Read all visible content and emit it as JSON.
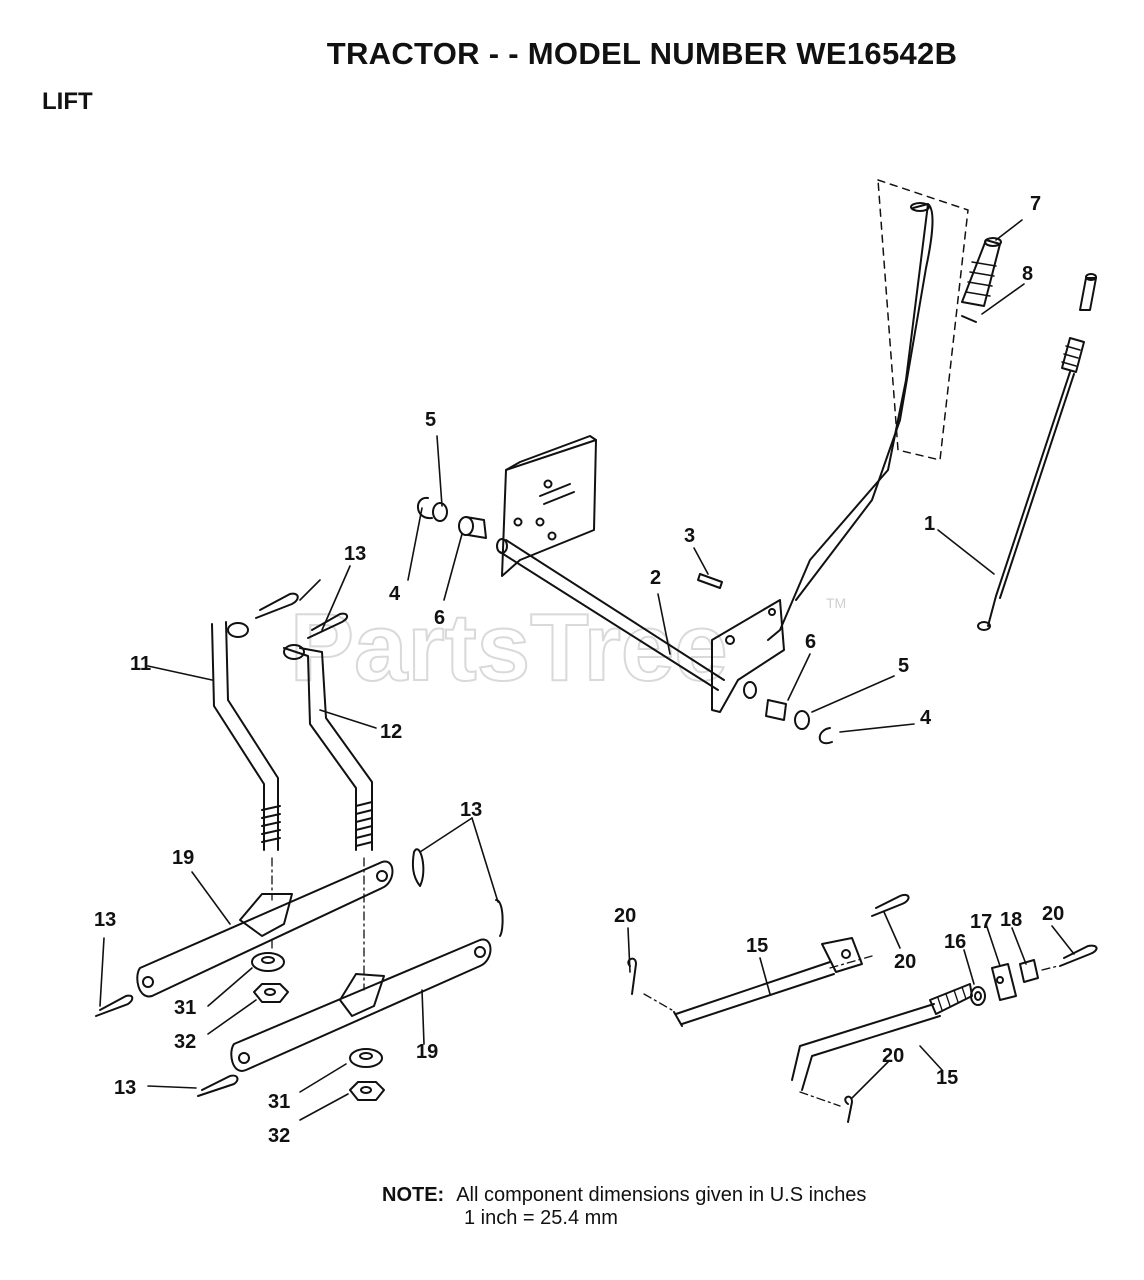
{
  "header": {
    "title": "TRACTOR - - MODEL NUMBER WE16542B",
    "section": "LIFT"
  },
  "watermark": {
    "text": "PartsTree",
    "tm": "TM"
  },
  "callouts": {
    "c1": "1",
    "c2": "2",
    "c3": "3",
    "c4a": "4",
    "c4b": "4",
    "c5a": "5",
    "c5b": "5",
    "c6a": "6",
    "c6b": "6",
    "c7": "7",
    "c8": "8",
    "c11": "11",
    "c12": "12",
    "c13a": "13",
    "c13b": "13",
    "c13c": "13",
    "c13d": "13",
    "c15a": "15",
    "c15b": "15",
    "c16": "16",
    "c17": "17",
    "c18": "18",
    "c19a": "19",
    "c19b": "19",
    "c20a": "20",
    "c20b": "20",
    "c20c": "20",
    "c20d": "20",
    "c31a": "31",
    "c31b": "31",
    "c32a": "32",
    "c32b": "32"
  },
  "note": {
    "label": "NOTE:",
    "line1": "All component dimensions given in U.S  inches",
    "line2": "1 inch = 25.4 mm"
  }
}
